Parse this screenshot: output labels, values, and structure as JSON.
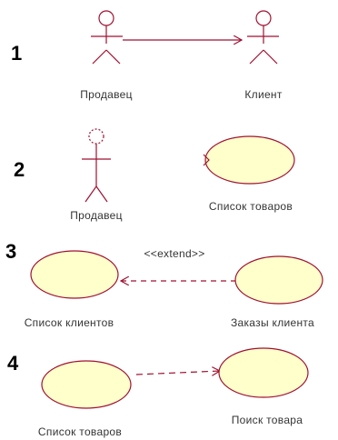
{
  "diagram": {
    "colors": {
      "stroke": "#a01030",
      "fill": "#ffffcc",
      "text": "#333333",
      "number": "#000000"
    },
    "rows": [
      {
        "number": "1",
        "left_label": "Продавец",
        "right_label": "Клиент"
      },
      {
        "number": "2",
        "left_label": "Продавец",
        "right_label": "Список товаров"
      },
      {
        "number": "3",
        "left_label": "Список клиентов",
        "right_label": "Заказы клиента",
        "stereotype": "<<extend>>"
      },
      {
        "number": "4",
        "left_label": "Список товаров",
        "right_label": "Поиск товара"
      }
    ]
  }
}
